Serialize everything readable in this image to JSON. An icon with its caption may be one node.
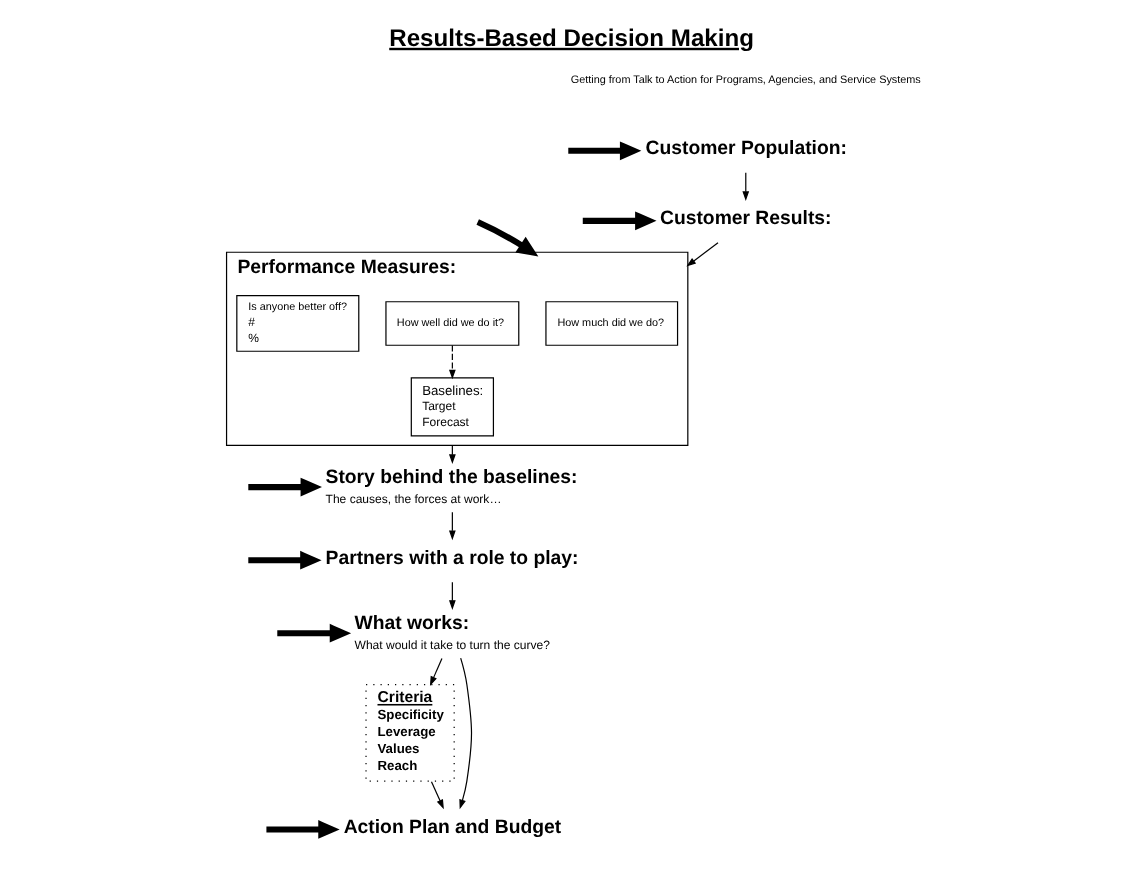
{
  "diagram": {
    "title": "Results-Based Decision Making",
    "nodes": [
      {
        "text": [
          "Customer Population:"
        ]
      },
      {
        "text": [
          "Customer Results:"
        ]
      },
      {
        "text": [
          "Performance Measures:"
        ]
      },
      {
        "text": [
          "How much did we do?"
        ],
        "in": 2
      },
      {
        "text": [
          "How well did we do it?"
        ],
        "in": 2
      },
      {
        "text": [
          "Is anyone better off?",
          "#",
          "%"
        ],
        "in": 2
      },
      {
        "text": [
          "Baselines:",
          "Target",
          "Forecast"
        ],
        "in": 2
      },
      {
        "text": [
          "Story behind the baselines:",
          "The causes, the forces at work…"
        ]
      },
      {
        "text": [
          "Partners with a role to play:"
        ]
      },
      {
        "text": [
          "What works:",
          "What would it take to turn the curve?"
        ]
      },
      {
        "text": [
          "Criteria",
          "Specificity",
          "Leverage",
          "Values",
          "Reach"
        ]
      },
      {
        "text": [
          "Action Plan and Budget"
        ]
      }
    ],
    "edges": [
      {
        "from": null,
        "to": 0,
        "arrow": "to",
        "style": "thick"
      },
      {
        "from": 0,
        "to": 1,
        "arrow": "to"
      },
      {
        "from": null,
        "to": 1,
        "arrow": "to",
        "style": "thick"
      },
      {
        "from": 1,
        "to": 2,
        "arrow": "to"
      },
      {
        "from": null,
        "to": 2,
        "arrow": "to",
        "style": "thick"
      },
      {
        "from": 4,
        "to": 6,
        "arrow": "to",
        "style": "dashed"
      },
      {
        "from": 2,
        "to": 7,
        "arrow": "to"
      },
      {
        "from": null,
        "to": 7,
        "arrow": "to",
        "style": "thick"
      },
      {
        "from": 7,
        "to": 8,
        "arrow": "to"
      },
      {
        "from": null,
        "to": 8,
        "arrow": "to",
        "style": "thick"
      },
      {
        "from": 8,
        "to": 9,
        "arrow": "to"
      },
      {
        "from": null,
        "to": 9,
        "arrow": "to",
        "style": "thick"
      },
      {
        "from": 9,
        "to": 10,
        "arrow": "to"
      },
      {
        "from": 9,
        "to": 11,
        "arrow": "to"
      },
      {
        "from": null,
        "to": 11,
        "arrow": "to",
        "style": "thick"
      },
      {
        "from": 10,
        "to": 11,
        "arrow": "to"
      }
    ],
    "labels": [
      "Getting from Talk to Action for Programs, Agencies, and Service Systems"
    ]
  }
}
